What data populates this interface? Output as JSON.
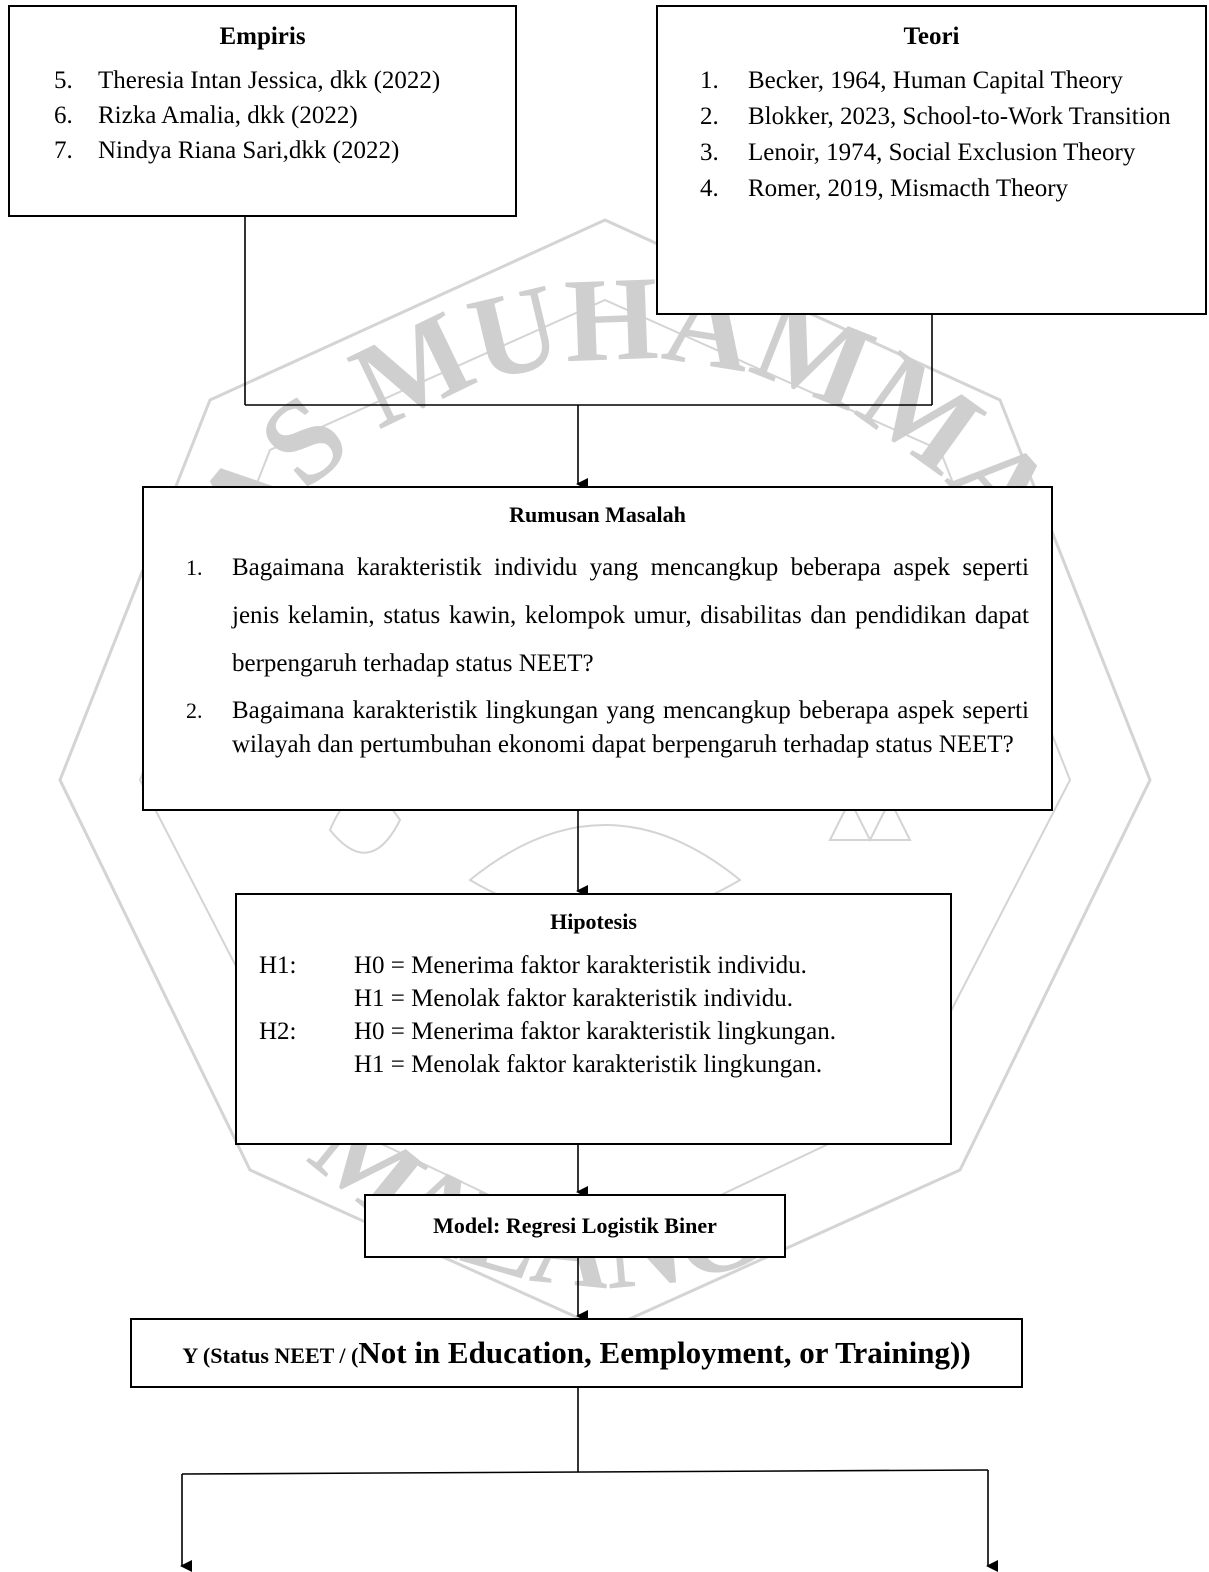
{
  "empiris": {
    "title": "Empiris",
    "items": [
      {
        "num": "5.",
        "text": "Theresia Intan Jessica, dkk (2022)"
      },
      {
        "num": "6.",
        "text": "Rizka Amalia, dkk (2022)"
      },
      {
        "num": "7.",
        "text": "Nindya Riana Sari,dkk (2022)"
      }
    ]
  },
  "teori": {
    "title": "Teori",
    "items": [
      {
        "num": "1.",
        "text": "Becker, 1964, Human Capital Theory"
      },
      {
        "num": "2.",
        "text": "Blokker, 2023, School-to-Work Transition"
      },
      {
        "num": "3.",
        "text": "Lenoir, 1974, Social Exclusion Theory"
      },
      {
        "num": "4.",
        "text": "Romer, 2019, Mismacth Theory"
      }
    ]
  },
  "rumusan": {
    "title": "Rumusan Masalah",
    "items": [
      {
        "num": "1.",
        "text": "Bagaimana karakteristik individu yang mencangkup beberapa aspek seperti jenis kelamin, status kawin, kelompok umur, disabilitas dan pendidikan dapat berpengaruh terhadap status NEET?"
      },
      {
        "num": "2.",
        "text": "Bagaimana karakteristik lingkungan yang mencangkup beberapa aspek seperti wilayah dan pertumbuhan ekonomi dapat berpengaruh terhadap status NEET?"
      }
    ]
  },
  "hipotesis": {
    "title": "Hipotesis",
    "rows": [
      {
        "label": "H1:",
        "text": "H0 = Menerima faktor karakteristik individu."
      },
      {
        "label": "",
        "text": "H1 = Menolak faktor karakteristik individu."
      },
      {
        "label": "H2:",
        "text": "H0 = Menerima faktor karakteristik lingkungan."
      },
      {
        "label": "",
        "text": "H1 = Menolak faktor karakteristik lingkungan."
      }
    ]
  },
  "model": {
    "label": "Model: Regresi Logistik Biner"
  },
  "y": {
    "prefix": "Y (Status NEET / (",
    "main": "Not in Education, Eemployment, or Training",
    "suffix": "))"
  },
  "watermark": {
    "text_top": "AS MUHAMMA",
    "text_bottom": "MALANG",
    "color": "#c9c9c9"
  },
  "colors": {
    "line": "#000000",
    "border": "#000000",
    "background": "#ffffff"
  }
}
